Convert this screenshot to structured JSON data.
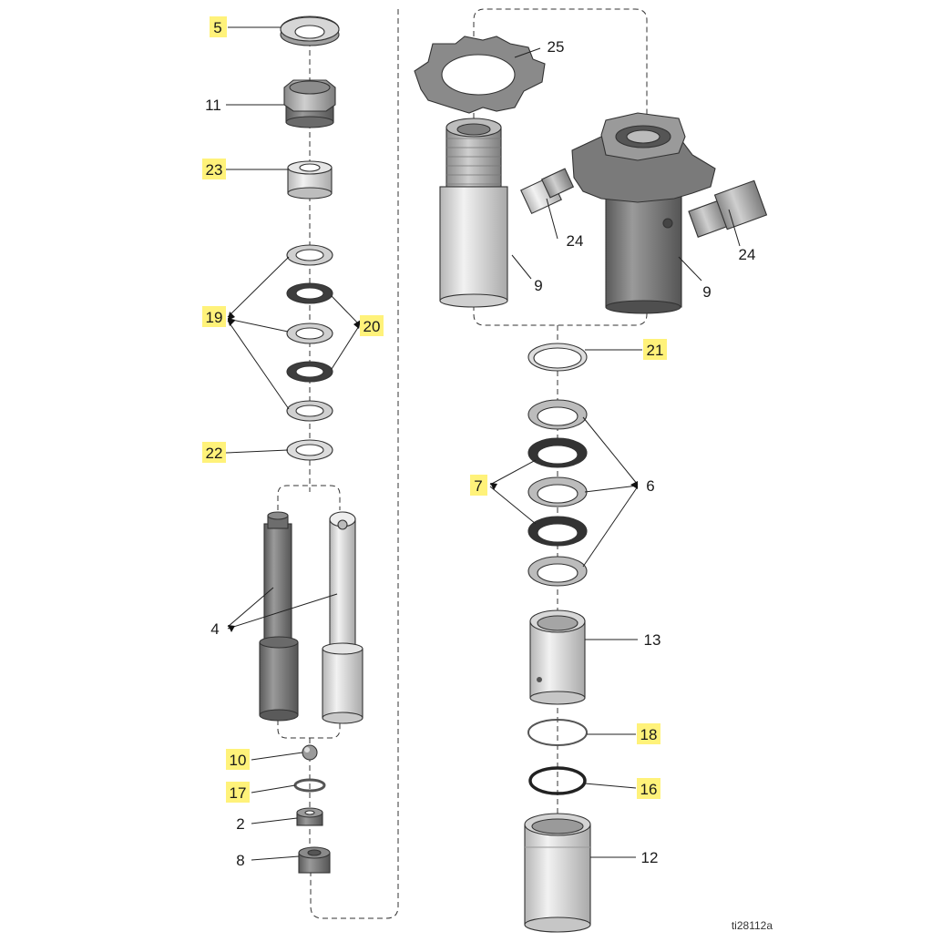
{
  "labels": {
    "p5": "5",
    "p11": "11",
    "p23": "23",
    "p19": "19",
    "p20": "20",
    "p22": "22",
    "p4": "4",
    "p10": "10",
    "p17": "17",
    "p2": "2",
    "p8": "8",
    "p25": "25",
    "p24a": "24",
    "p24b": "24",
    "p9a": "9",
    "p9b": "9",
    "p21": "21",
    "p7": "7",
    "p6": "6",
    "p13": "13",
    "p18": "18",
    "p16": "16",
    "p12": "12"
  },
  "figure_id": "ti28112a",
  "colors": {
    "highlight": "#fff27a",
    "part_light": "#d9d9d9",
    "part_dark": "#7a7a7a",
    "seal_black": "#3a3a3a"
  }
}
